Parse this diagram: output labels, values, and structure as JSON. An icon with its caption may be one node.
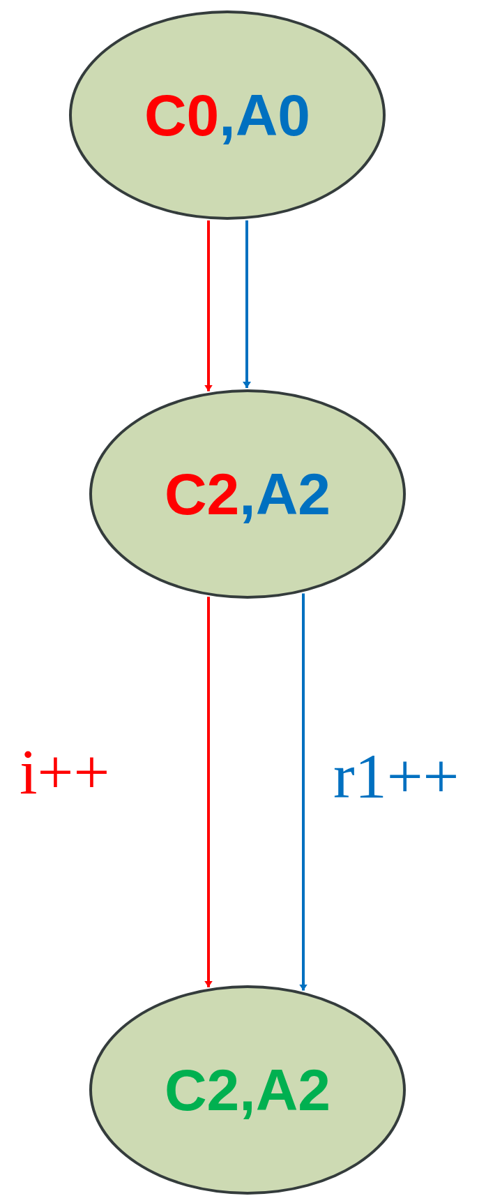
{
  "diagram": {
    "nodes": [
      {
        "text": [
          "C0",
          ",A0"
        ]
      },
      {
        "text": [
          "C2",
          ",A2"
        ]
      },
      {
        "text": [
          "C2,A2"
        ]
      }
    ],
    "edges": [
      {
        "from": 0,
        "to": 1,
        "arrow": "to",
        "color": "#ff0000"
      },
      {
        "from": 0,
        "to": 1,
        "arrow": "to",
        "color": "#0070c0"
      },
      {
        "from": 1,
        "to": 2,
        "arrow": "to",
        "label": "i++",
        "color": "#ff0000"
      },
      {
        "from": 1,
        "to": 2,
        "arrow": "to",
        "label": "r1++",
        "color": "#0070c0"
      }
    ]
  }
}
